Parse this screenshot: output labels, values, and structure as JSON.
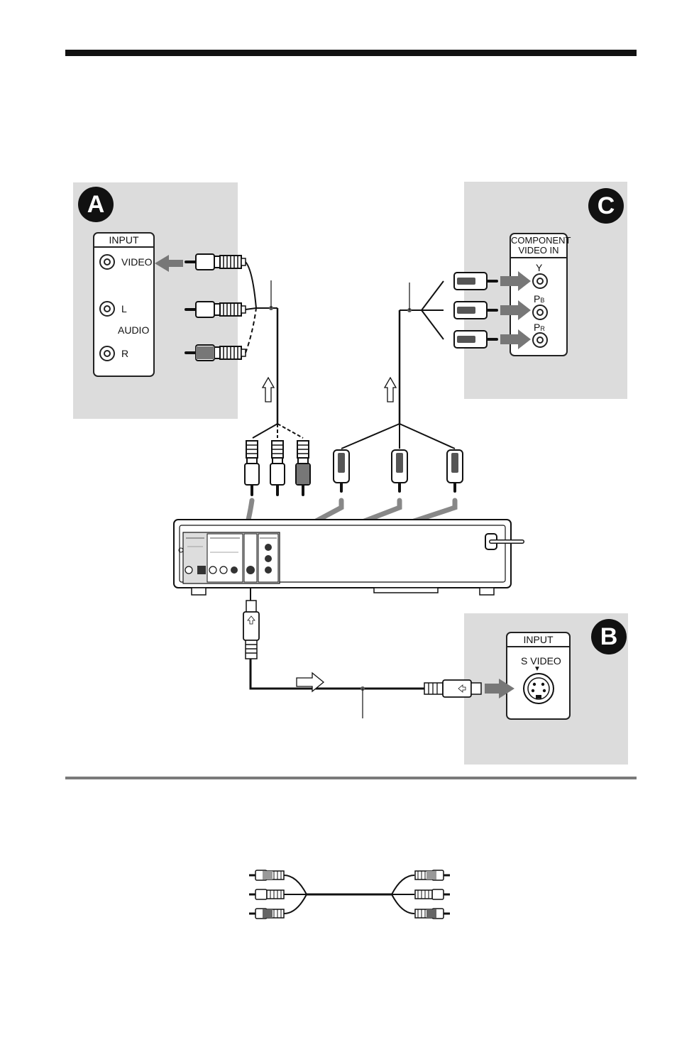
{
  "badges": {
    "a": "A",
    "b": "B",
    "c": "C"
  },
  "panel_a": {
    "heading": "INPUT",
    "video": "VIDEO",
    "l": "L",
    "audio": "AUDIO",
    "r": "R"
  },
  "panel_c": {
    "heading_line1": "COMPONENT",
    "heading_line2": "VIDEO IN",
    "y": "Y",
    "pb_main": "P",
    "pb_sub": "B",
    "pr_main": "P",
    "pr_sub": "R"
  },
  "panel_b": {
    "heading": "INPUT",
    "svideo": "S VIDEO",
    "arrow_glyph": "▼"
  },
  "colors": {
    "panel_bg": "#dcdcdc",
    "line": "#111111",
    "arrow": "#777777"
  }
}
